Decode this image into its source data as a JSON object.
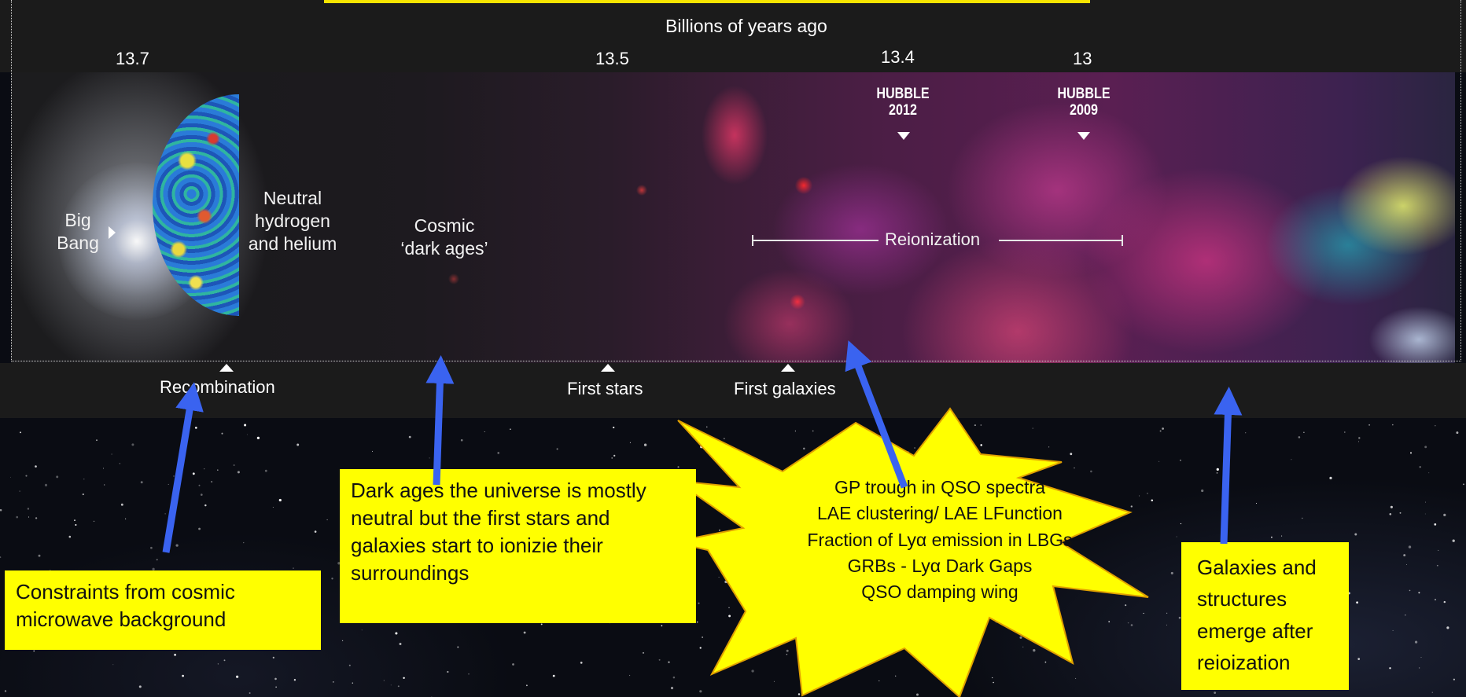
{
  "timeline": {
    "header": "Billions of years ago",
    "ticks": [
      {
        "label": "13.7"
      },
      {
        "label": "13.5"
      },
      {
        "label": "13.4"
      },
      {
        "label": "13"
      }
    ],
    "eras": {
      "big_bang": "Big Bang",
      "neutral": "Neutral hydrogen and helium",
      "dark_ages": "Cosmic ‘dark ages’",
      "reionization": "Reionization"
    },
    "hubble": [
      {
        "label": "HUBBLE 2012"
      },
      {
        "label": "HUBBLE 2009"
      }
    ],
    "markers": {
      "recombination": "Recombination",
      "first_stars": "First stars",
      "first_galaxies": "First galaxies"
    }
  },
  "annotations": {
    "cmb": "Constraints from cosmic microwave background",
    "dark_ages": "Dark ages the universe is mostly neutral but the first stars and galaxies start to ionizie their surroundings",
    "probes": [
      "GP trough in QSO spectra",
      "LAE clustering/ LAE LFunction",
      "Fraction of Lyα emission in LBGs",
      "GRBs -  Lyα Dark Gaps",
      "QSO damping wing"
    ],
    "galaxies": "Galaxies and structures emerge after reioization"
  },
  "colors": {
    "callout": "#ffff00",
    "arrow": "#3a63f0",
    "band": "#1b1b1b"
  }
}
